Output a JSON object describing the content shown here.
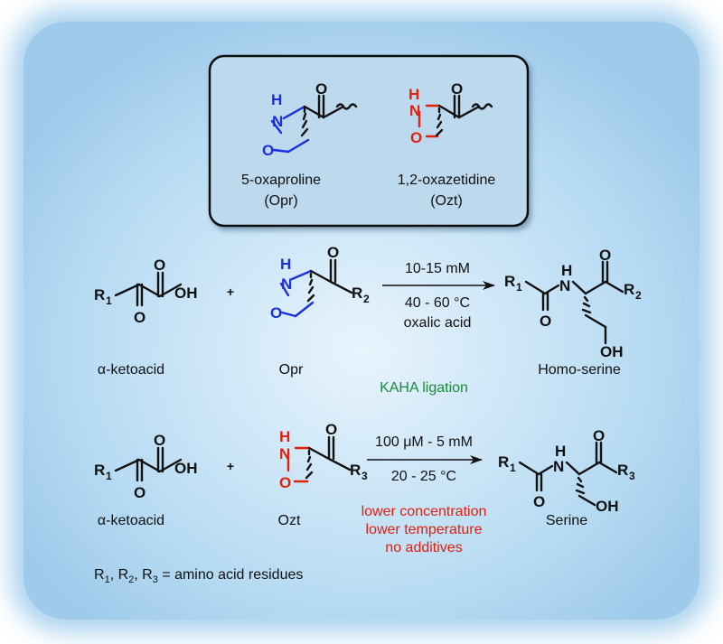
{
  "colors": {
    "ring_opr": "#1a2fe0",
    "ring_ozt": "#e02010",
    "kaha": "#1a8a3a",
    "conditions_red": "#e02010",
    "background": "#a9d3f0"
  },
  "box": {
    "opr_name": "5-oxaproline",
    "opr_abbr": "(Opr)",
    "ozt_name": "1,2-oxazetidine",
    "ozt_abbr": "(Ozt)"
  },
  "atoms": {
    "O": "O",
    "H": "H",
    "N": "N",
    "OH": "OH",
    "R": "R",
    "s1": "1",
    "s2": "2",
    "s3": "3"
  },
  "plus": "+",
  "reaction1": {
    "cond_top": "10-15 mM",
    "cond_bottom1": "40 - 60 °C",
    "cond_bottom2": "oxalic acid",
    "label_left": "α-ketoacid",
    "label_mid": "Opr",
    "label_right": "Homo-serine"
  },
  "kaha": "KAHA ligation",
  "reaction2": {
    "cond_top": "100 μM - 5 mM",
    "cond_bottom1": "20 - 25 °C",
    "label_left": "α-ketoacid",
    "label_mid": "Ozt",
    "label_right": "Serine",
    "notes": [
      "lower concentration",
      "lower temperature",
      "no additives"
    ]
  },
  "footer": {
    "prefix": "R",
    "s1": "1",
    "s2": "2",
    "s3": "3",
    "sep": ", ",
    "suffix": " = amino acid residues"
  }
}
